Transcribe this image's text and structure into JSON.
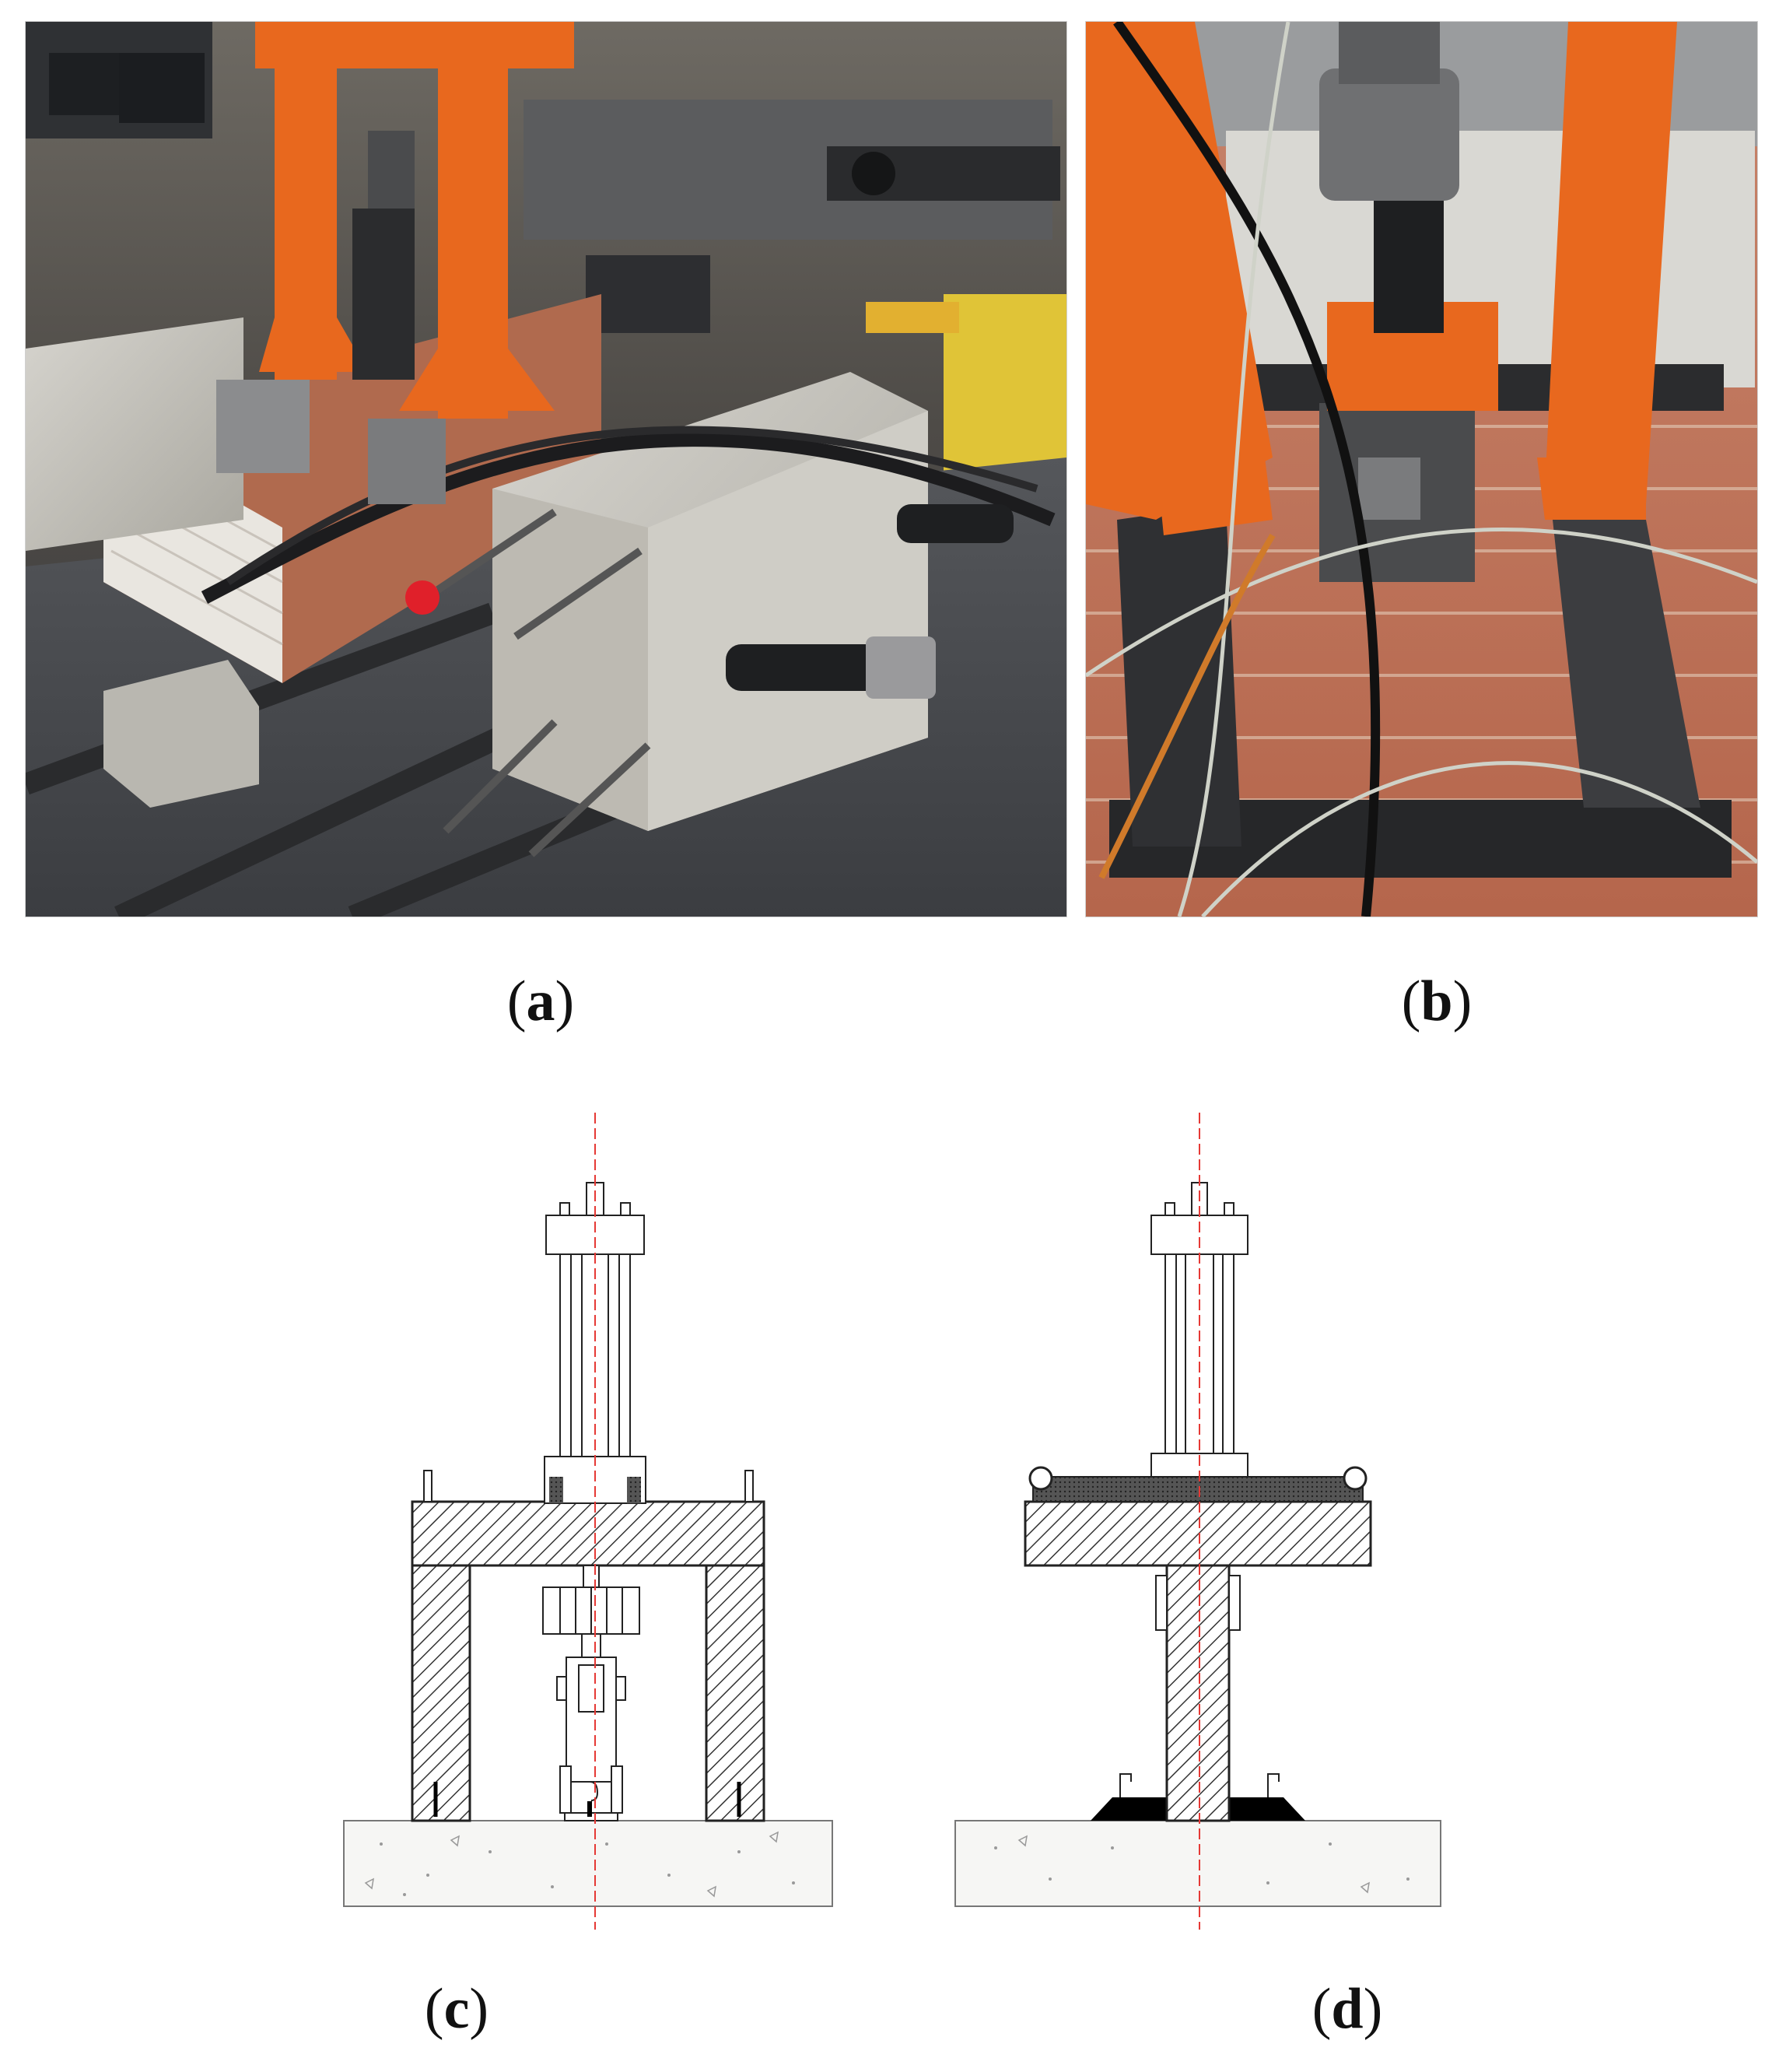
{
  "captions": {
    "a": "a",
    "b": "b",
    "c": "c",
    "d": "d"
  },
  "colors": {
    "frame_orange": "#e8681e",
    "concrete": "#c9c7c0",
    "steel_dark": "#2a2b2d",
    "brick": "#b66b4e",
    "centerline": "#e53935",
    "hatch": "#333333"
  }
}
